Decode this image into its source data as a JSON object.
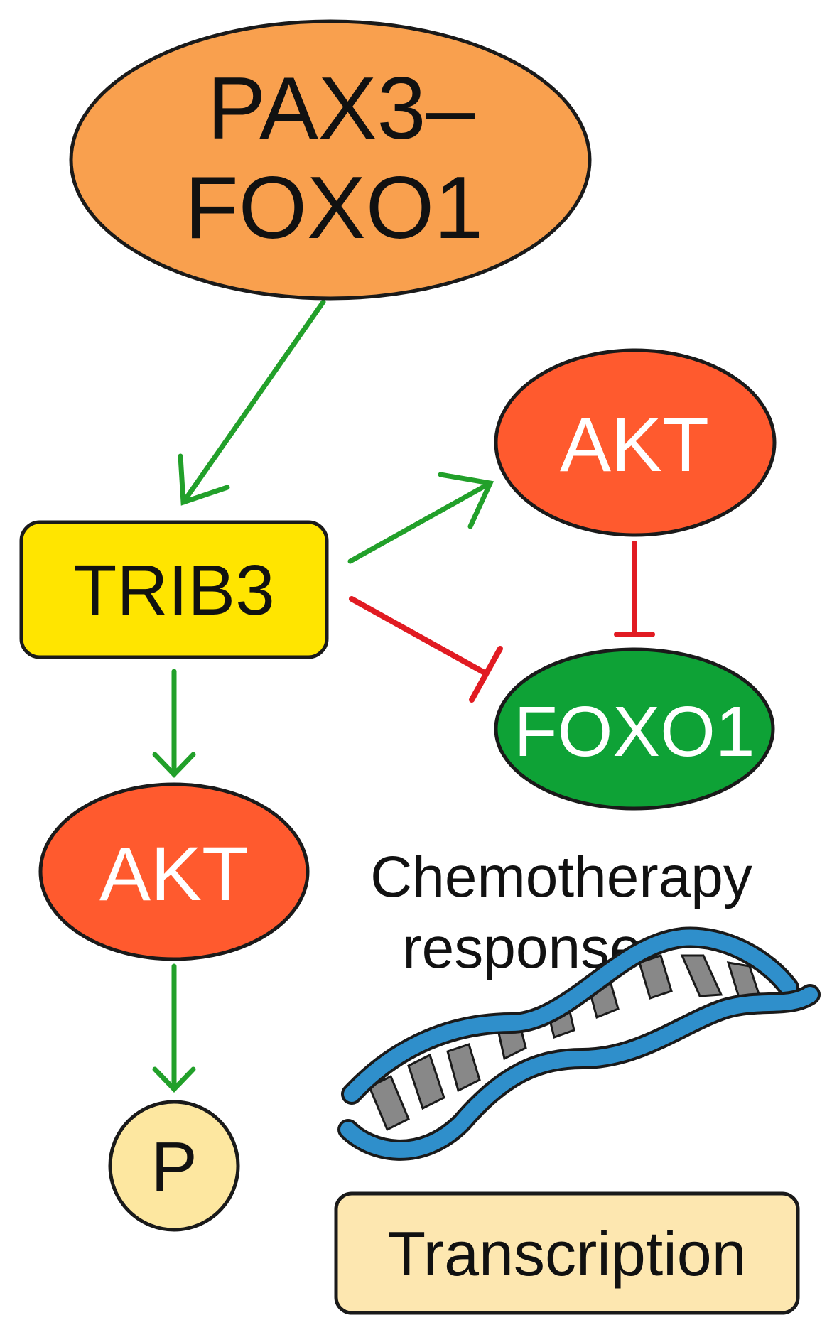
{
  "nodes": {
    "pax3_foxo1": {
      "line1": "PAX3–",
      "line2": "FOXO1",
      "fill": "#F9A04E"
    },
    "trib3": {
      "label": "TRIB3",
      "fill": "#FFE500"
    },
    "akt_right": {
      "label": "AKT",
      "fill": "#FF5A2E"
    },
    "foxo1": {
      "label": "FOXO1",
      "fill": "#0EA236"
    },
    "akt_left": {
      "label": "AKT",
      "fill": "#FF5A2E"
    },
    "phospho": {
      "label": "P",
      "fill": "#FDE7A0"
    },
    "chemotherapy": {
      "line1": "Chemotherapy",
      "line2": "response"
    },
    "transcription": {
      "label": "Transcription",
      "fill": "#FDE7B0"
    }
  },
  "edges": [
    {
      "from": "PAX3–FOXO1",
      "to": "TRIB3",
      "type": "activation"
    },
    {
      "from": "TRIB3",
      "to": "AKT",
      "type": "activation"
    },
    {
      "from": "TRIB3",
      "to": "FOXO1",
      "type": "inhibition"
    },
    {
      "from": "AKT",
      "to": "FOXO1",
      "type": "inhibition"
    },
    {
      "from": "TRIB3",
      "to": "AKT",
      "type": "activation"
    },
    {
      "from": "AKT",
      "to": "P",
      "type": "activation"
    }
  ],
  "colors": {
    "activation": "#22A02A",
    "inhibition": "#E11B22",
    "dna_backbone": "#2F8FCB",
    "dna_rung": "#888888"
  },
  "icons": [
    "dna-helix-icon"
  ]
}
